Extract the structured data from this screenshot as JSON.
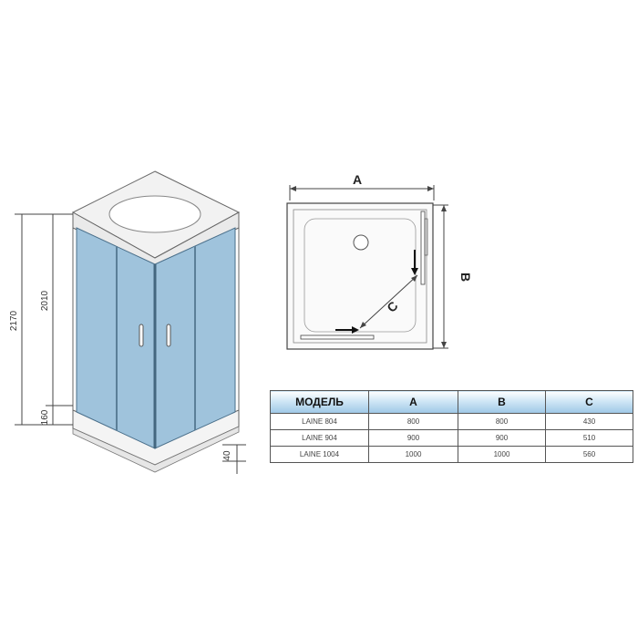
{
  "front_view": {
    "height_total": "2170",
    "height_cabin": "2010",
    "height_base": "160",
    "base_offset": "40"
  },
  "plan_view": {
    "label_a": "A",
    "label_b": "B",
    "label_c": "C"
  },
  "table": {
    "headers": [
      "МОДЕЛЬ",
      "A",
      "B",
      "C"
    ],
    "rows": [
      [
        "LAINE 804",
        "800",
        "800",
        "430"
      ],
      [
        "LAINE 904",
        "900",
        "900",
        "510"
      ],
      [
        "LAINE 1004",
        "1000",
        "1000",
        "560"
      ]
    ]
  },
  "colors": {
    "glass": "#9fc3dc",
    "glass_dark": "#7fa9c8",
    "outline": "#555555",
    "header_gradient_end": "#9ec8e6"
  }
}
